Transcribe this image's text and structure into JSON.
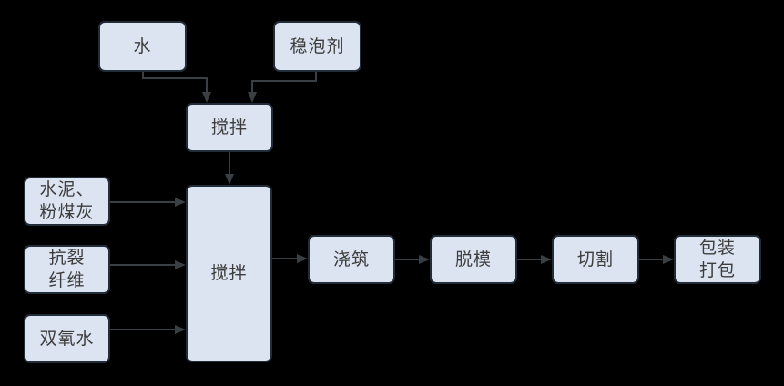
{
  "diagram": {
    "type": "flowchart",
    "background_color": "#000000",
    "node_fill_color": "#dbe4f0",
    "node_border_color": "#222d3a",
    "node_text_color": "#3d3d3d",
    "connector_color": "#3a3f44",
    "nodes": {
      "water": {
        "label": "水"
      },
      "foam_stabilizer": {
        "label": "稳泡剂"
      },
      "mixing_1": {
        "label": "搅拌"
      },
      "cement_fly_ash": {
        "label": "水泥、\n粉煤灰"
      },
      "anti_crack_fiber": {
        "label": "抗裂\n纤维"
      },
      "hydrogen_peroxide": {
        "label": "双氧水"
      },
      "mixing_2": {
        "label": "搅拌"
      },
      "pouring": {
        "label": "浇筑"
      },
      "demolding": {
        "label": "脱模"
      },
      "cutting": {
        "label": "切割"
      },
      "packaging": {
        "label": "包装\n打包"
      }
    },
    "edges": [
      {
        "from": "water",
        "to": "mixing_1"
      },
      {
        "from": "foam_stabilizer",
        "to": "mixing_1"
      },
      {
        "from": "mixing_1",
        "to": "mixing_2"
      },
      {
        "from": "cement_fly_ash",
        "to": "mixing_2"
      },
      {
        "from": "anti_crack_fiber",
        "to": "mixing_2"
      },
      {
        "from": "hydrogen_peroxide",
        "to": "mixing_2"
      },
      {
        "from": "mixing_2",
        "to": "pouring"
      },
      {
        "from": "pouring",
        "to": "demolding"
      },
      {
        "from": "demolding",
        "to": "cutting"
      },
      {
        "from": "cutting",
        "to": "packaging"
      }
    ]
  }
}
